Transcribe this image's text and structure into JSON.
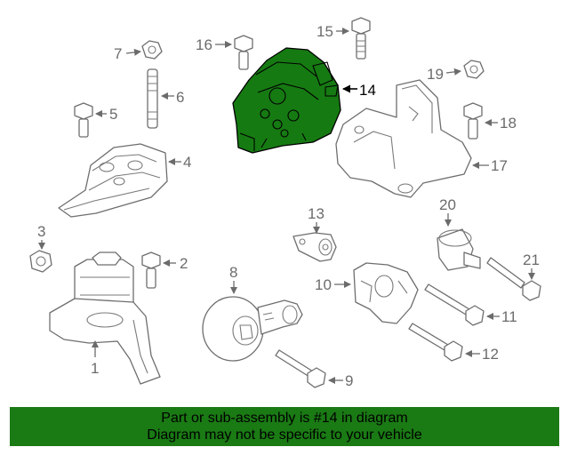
{
  "diagram": {
    "highlighted_part": "14",
    "highlight_color": "#167a12",
    "callouts": {
      "c1": "1",
      "c2": "2",
      "c3": "3",
      "c4": "4",
      "c5": "5",
      "c6": "6",
      "c7": "7",
      "c8": "8",
      "c9": "9",
      "c10": "10",
      "c11": "11",
      "c12": "12",
      "c13": "13",
      "c14": "14",
      "c15": "15",
      "c16": "16",
      "c17": "17",
      "c18": "18",
      "c19": "19",
      "c20": "20",
      "c21": "21"
    }
  },
  "footer": {
    "background": "#1a7a14",
    "line1": "Part or sub-assembly is #14 in diagram",
    "line2": "Diagram may not be specific to your vehicle"
  }
}
